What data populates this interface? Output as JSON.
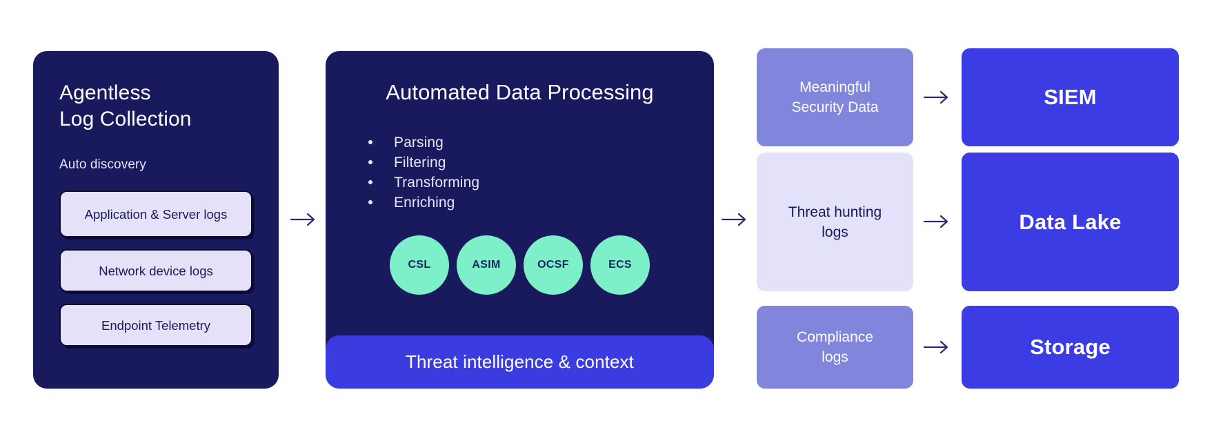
{
  "collection": {
    "heading": "Agentless\nLog Collection",
    "subheading": "Auto discovery",
    "log_sources": [
      "Application & Server logs",
      "Network device logs",
      "Endpoint Telemetry"
    ]
  },
  "processing": {
    "heading": "Automated Data Processing",
    "steps": [
      "Parsing",
      "Filtering",
      "Transforming",
      "Enriching"
    ],
    "schemas": [
      "CSL",
      "ASIM",
      "OCSF",
      "ECS"
    ],
    "footer": "Threat intelligence & context"
  },
  "outcomes": [
    {
      "label": "Meaningful\nSecurity Data"
    },
    {
      "label": "Threat hunting\nlogs"
    },
    {
      "label": "Compliance\nlogs"
    }
  ],
  "destinations": [
    {
      "label": "SIEM"
    },
    {
      "label": "Data Lake"
    },
    {
      "label": "Storage"
    }
  ],
  "icons": {
    "arrow": "arrow-right-icon"
  },
  "colors": {
    "navy_panel": "#191A5E",
    "vivid_blue": "#3B3CE3",
    "periwinkle": "#8185DC",
    "light_lavender": "#E4E1FB",
    "mint_green": "#7DEFC9",
    "arrow": "#2B2B6B"
  }
}
